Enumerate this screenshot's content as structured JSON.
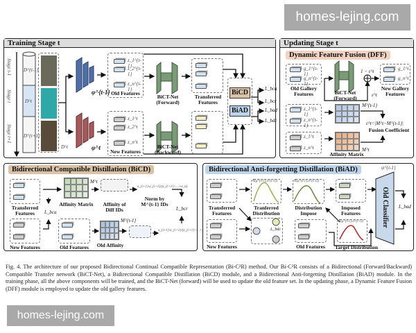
{
  "watermark": {
    "top": "homes-lejing.com",
    "bottom": "homes-lejing.com"
  },
  "training": {
    "title": "Training Stage t",
    "stages": [
      "Stage t-1",
      "Stage t",
      "Stage t+1"
    ],
    "datasets": [
      "D^{t-1}",
      "D^t",
      "D^{t+1}"
    ],
    "dataset_label": "D^t",
    "old_model": "φ^{t-1}",
    "new_model": "φ^t",
    "old_features": "Old Features",
    "new_features": "New Features",
    "old_feat_math": [
      "z_1^{t-1}",
      "z_2^{t-1}",
      "z_n^{t-1}"
    ],
    "new_feat_math": [
      "z_1^t",
      "z_2^t",
      "z_n^t"
    ],
    "bict_forward": [
      "BiCT-Net",
      "(Forward)"
    ],
    "bict_backward": [
      "BiCT-Net",
      "(Backward)"
    ],
    "transferred": [
      "Transferred",
      "Features"
    ],
    "bicd": "BiCD",
    "biad": "BiAD",
    "losses": [
      "L_bca",
      "L_bcr",
      "L_bad",
      "L_bdc"
    ]
  },
  "updating": {
    "title": "Updating Stage t",
    "dff": "Dynamic Feature Fusion (DFF)",
    "old_gallery": [
      "Old Gallery",
      "Features"
    ],
    "new_gallery": [
      "New Gallery",
      "Features"
    ],
    "old_g_math": [
      "g_1^{t-1}",
      "g_n^{t-1}"
    ],
    "new_g_math": [
      "g_1^t",
      "g_n^t"
    ],
    "bict": [
      "BiCT-Net",
      "(Forward)"
    ],
    "one_minus_eps": "1 − ε^t",
    "eps": "ε^t",
    "m_old": "M^{t-1}",
    "m_new": "M^t",
    "formula": "ε^t=|M^t−M^{t-1}|",
    "fusion": "Fusion Coefficient",
    "affinity": "Affinity Matrix",
    "z_old": [
      "z_1^{t-1}",
      "z_n^{t-1}"
    ],
    "z_new": [
      "z_1^t",
      "z_n^t"
    ]
  },
  "bicd": {
    "title": "Bidirectional Compatible Distillation (BiCD)",
    "transferred": [
      "Transferred",
      "Features"
    ],
    "new_features": "New Features",
    "old_features": "Old Features",
    "affinity_matrix": "Affinity Matrix",
    "m_t": "M^t",
    "affinity_diff": [
      "Affinity of",
      "Diff IDs"
    ],
    "norm": [
      "Norm by",
      "M^{t-1} IDs"
    ],
    "old_affinity": "Old Affinity",
    "m_old": "M^{t-1}",
    "l_bca": "L_bca",
    "l_bcr": "L_bcr",
    "norm_formula": "x_{i+1}·x_{i+1}/(x_{i+1}+…+x_n)"
  },
  "biad": {
    "title": "Bidirectional Anti-forgetting Distillation (BiAD)",
    "transferred": [
      "Transferred",
      "Features"
    ],
    "new_features": "New Features",
    "tranferred_dist": [
      "Tranferred",
      "Distribution"
    ],
    "dist_impose": [
      "Distribution",
      "Impose"
    ],
    "imposed": [
      "Imposed",
      "Features"
    ],
    "old_features": "Old Features",
    "target": "Target Distribution",
    "normal": "N(μ^{t-1},σ^{t-1})",
    "old_classifier": "Old Classifier",
    "psi": "ψ^{t-1}",
    "l_bad": "L_bad",
    "l_bdc": "L_bdc"
  },
  "caption": "Fig. 4.  The architecture of our proposed Bidirectional Continual Compatible Representation (Bi-C²R) method. Our Bi-C²R consists of a Bidirectional (Forward/Backward) Compatible Transfer network (BiCT-Net), a Bidirectional Compatible Distillation (BiCD) module, and a Bidirectional Anti-forgetting Distillation (BiAD) module. In the training phase, all the above components will be trained, and the BiCT-Net (forward) will be used to update the old feature set. In the updating phase, a Dynamic Feature Fusion (DFF) module is employed to update the old gallery features.",
  "colors": {
    "bicd": "#d9c2a6",
    "biad": "#bcd3ea",
    "dff": "#f2d3c2",
    "old_net": "#4f6fa8",
    "new_net": "#a85a5a",
    "bict": "#7a9a78"
  }
}
